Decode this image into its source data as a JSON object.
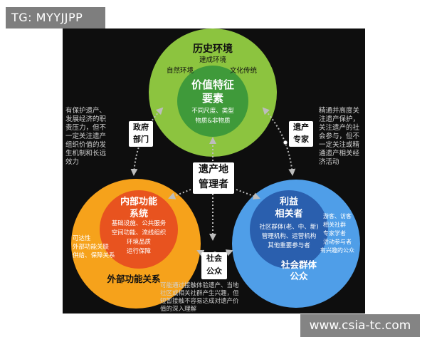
{
  "watermarks": {
    "top": "TG: MYYJJPP",
    "bottom": "www.csia-tc.com"
  },
  "top_circle": {
    "title": "历史环境",
    "sub": "建成环境",
    "left": "自然环境",
    "right": "文化传统",
    "inner_title_1": "价值特征",
    "inner_title_2": "要素",
    "inner_sub_1": "不同尺度、类型",
    "inner_sub_2": "物质&非物质",
    "outer_color": "#8cc43f",
    "inner_color": "#3f9a3a"
  },
  "left_circle": {
    "inner_title_1": "内部功能",
    "inner_title_2": "系统",
    "inner_lines": [
      "基础设施、公共服务",
      "空间功能、流线组织",
      "环境品质",
      "运行保障"
    ],
    "left_lines": [
      "可达性",
      "外部功能关联",
      "供给、保障关系"
    ],
    "bottom_title": "外部功能关系",
    "outer_color": "#f6a21b",
    "inner_color": "#e8531f"
  },
  "right_circle": {
    "inner_title_1": "利益",
    "inner_title_2": "相关者",
    "inner_lines": [
      "社区群体(老、中、新)",
      "管理机构、运营机构",
      "其他重要参与者"
    ],
    "right_lines": [
      "游客、访客",
      "相关社群",
      "专家学者",
      "活动参与者",
      "有兴趣的公众"
    ],
    "bottom_title_1": "社会群体",
    "bottom_title_2": "公众",
    "outer_color": "#4f9ee8",
    "inner_color": "#2a5fae"
  },
  "center_label": [
    "遗产地",
    "管理者"
  ],
  "gov_label": [
    "政府",
    "部门"
  ],
  "expert_label": [
    "遗产",
    "专家"
  ],
  "public_label": [
    "社会",
    "公众"
  ],
  "gov_note": [
    "有保护遗产、",
    "发展经济的职",
    "责压力，但不",
    "一定关注遗产",
    "组织价值的发",
    "生机制和长远",
    "效力"
  ],
  "expert_note": [
    "精通并高度关",
    "注遗产保护，",
    "关注遗产的社",
    "会参与，但不",
    "一定关注或精",
    "通遗产相关经",
    "济活动"
  ],
  "public_note": [
    "可能通过接触体验遗产、当地",
    "社区或相关社群产生兴趣，但",
    "短暂接触不容易达成对遗产价",
    "值的深入理解"
  ]
}
